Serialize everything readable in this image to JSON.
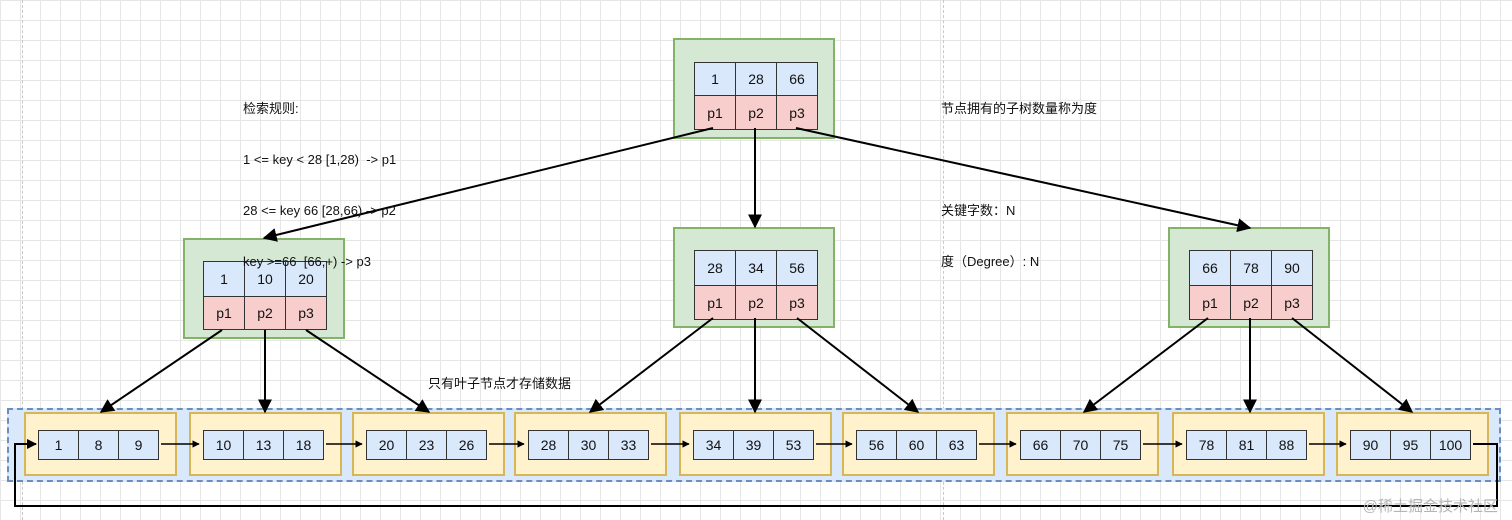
{
  "notes": {
    "rules_title": "检索规则:",
    "rules_line1": "1 <= key < 28 [1,28)  -> p1",
    "rules_line2": "28 <= key 66 [28,66) -> p2",
    "rules_line3": "key >=66  [66,+) -> p3",
    "degree_title": "节点拥有的子树数量称为度",
    "degree_line1": "关键字数：N",
    "degree_line2": "度（Degree）: N",
    "leaf_note": "只有叶子节点才存储数据"
  },
  "root": {
    "keys": [
      "1",
      "28",
      "66"
    ],
    "pointers": [
      "p1",
      "p2",
      "p3"
    ]
  },
  "internal": [
    {
      "keys": [
        "1",
        "10",
        "20"
      ],
      "pointers": [
        "p1",
        "p2",
        "p3"
      ]
    },
    {
      "keys": [
        "28",
        "34",
        "56"
      ],
      "pointers": [
        "p1",
        "p2",
        "p3"
      ]
    },
    {
      "keys": [
        "66",
        "78",
        "90"
      ],
      "pointers": [
        "p1",
        "p2",
        "p3"
      ]
    }
  ],
  "leaves": [
    [
      "1",
      "8",
      "9"
    ],
    [
      "10",
      "13",
      "18"
    ],
    [
      "20",
      "23",
      "26"
    ],
    [
      "28",
      "30",
      "33"
    ],
    [
      "34",
      "39",
      "53"
    ],
    [
      "56",
      "60",
      "63"
    ],
    [
      "66",
      "70",
      "75"
    ],
    [
      "78",
      "81",
      "88"
    ],
    [
      "90",
      "95",
      "100"
    ]
  ],
  "watermark": "@稀土掘金技术社区",
  "colors": {
    "internal_fill": "#d5e8d4",
    "internal_border": "#82b366",
    "key_fill": "#dae8fc",
    "pointer_fill": "#f8cecc",
    "leaf_fill": "#fff2cc",
    "leaf_border": "#d6b656",
    "leaf_band_fill": "#dae8fc",
    "leaf_band_border": "#6c8ebf"
  }
}
